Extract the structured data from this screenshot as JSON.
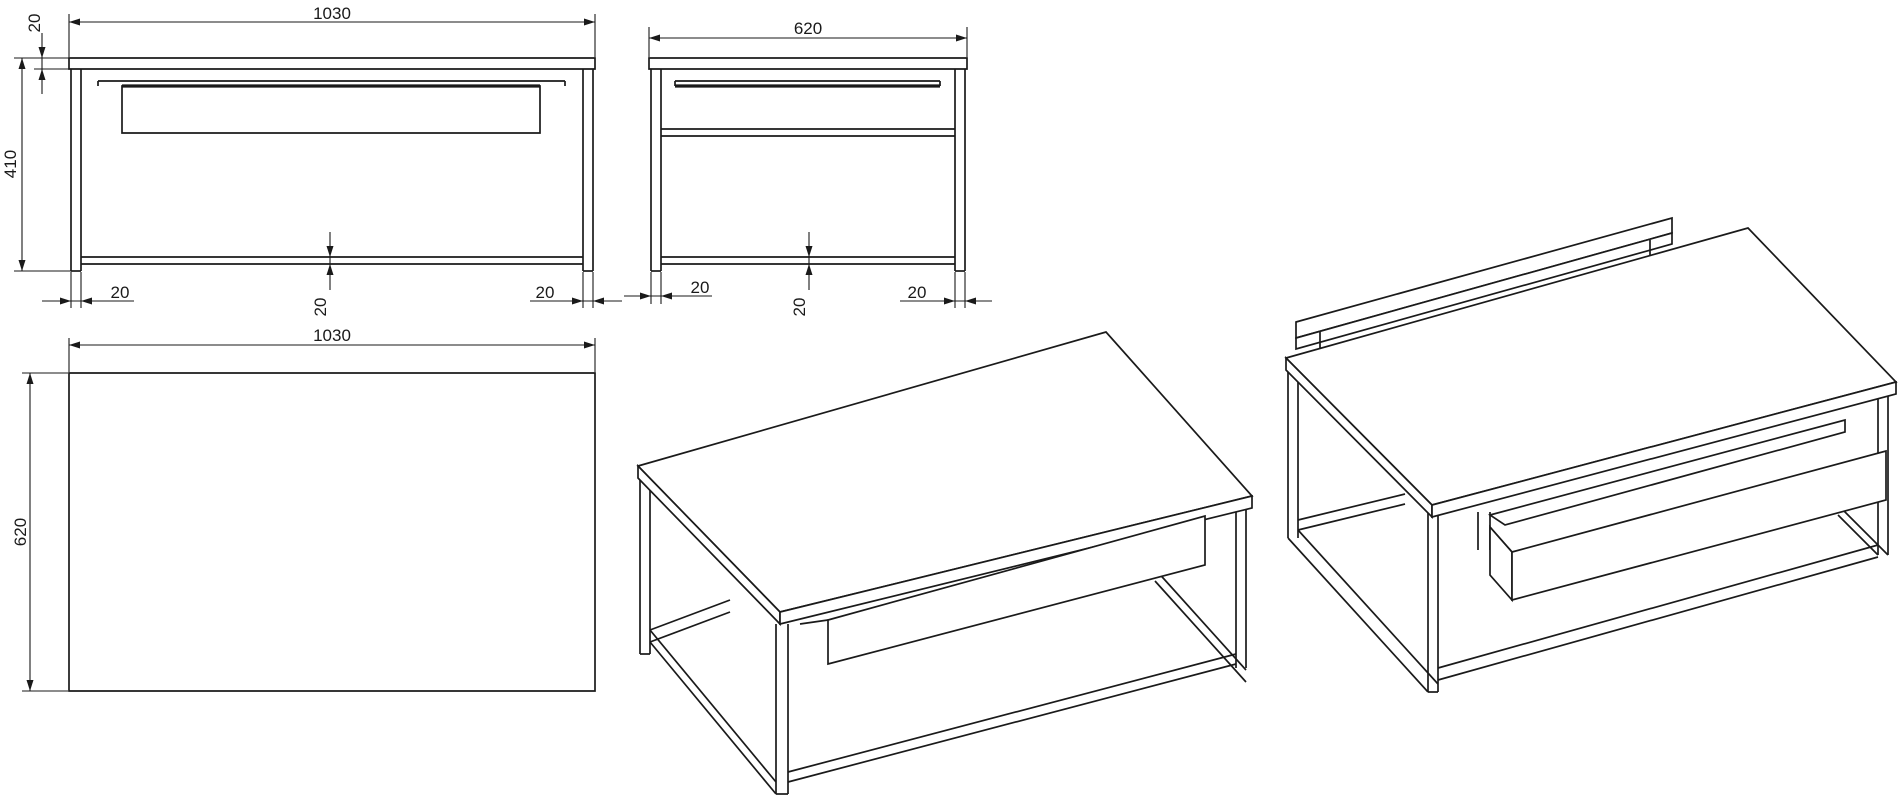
{
  "front_view": {
    "width_label": "1030",
    "top_thickness_label": "20",
    "height_label": "410",
    "left_leg_label": "20",
    "bottom_rail_label": "20",
    "right_leg_label": "20"
  },
  "side_view": {
    "depth_label": "620",
    "left_leg_label": "20",
    "bottom_rail_label": "20",
    "right_leg_label": "20"
  },
  "top_view": {
    "width_label": "1030",
    "depth_label": "620"
  },
  "colors": {
    "line": "#1a1a1a",
    "background": "#ffffff"
  }
}
